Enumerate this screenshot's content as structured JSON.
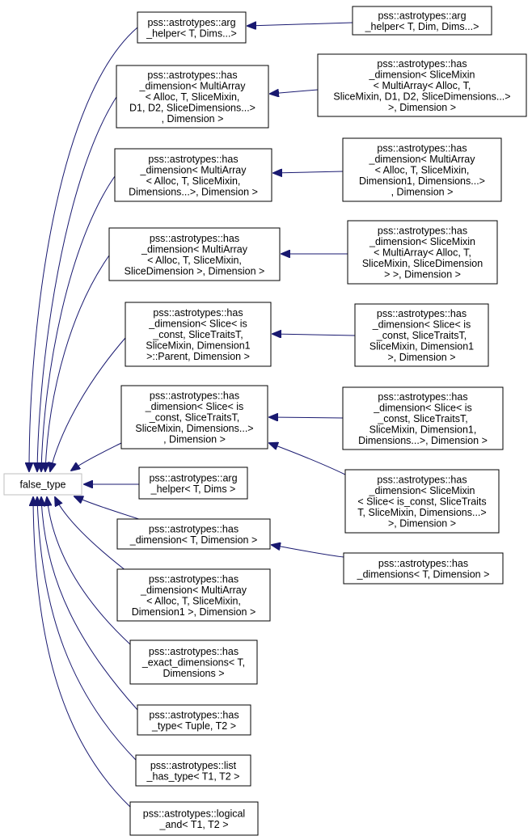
{
  "diagram": {
    "colors": {
      "edge": "#191970",
      "node_border": "#000000",
      "root_border": "#bfbfbf",
      "background": "#ffffff"
    },
    "nodes": [
      {
        "id": "false_type",
        "lines": [
          "false_type"
        ]
      },
      {
        "id": "arg_helper_dims",
        "lines": [
          "pss::astrotypes::arg",
          "_helper< T, Dims...>"
        ]
      },
      {
        "id": "arg_helper_dim_dims",
        "lines": [
          "pss::astrotypes::arg",
          "_helper< T, Dim, Dims...>"
        ]
      },
      {
        "id": "has_dim_ma_d1d2",
        "lines": [
          "pss::astrotypes::has",
          "_dimension< MultiArray",
          "< Alloc, T, SliceMixin,",
          "D1, D2, SliceDimensions...>",
          ", Dimension >"
        ]
      },
      {
        "id": "has_dim_sm_ma_d1d2",
        "lines": [
          "pss::astrotypes::has",
          "_dimension< SliceMixin",
          "< MultiArray< Alloc, T,",
          "SliceMixin, D1, D2, SliceDimensions...>",
          ">, Dimension >"
        ]
      },
      {
        "id": "has_dim_ma_dims",
        "lines": [
          "pss::astrotypes::has",
          "_dimension< MultiArray",
          "< Alloc, T, SliceMixin,",
          "Dimensions...>, Dimension >"
        ]
      },
      {
        "id": "has_dim_ma_d1_dims",
        "lines": [
          "pss::astrotypes::has",
          "_dimension< MultiArray",
          "< Alloc, T, SliceMixin,",
          "Dimension1, Dimensions...>",
          ", Dimension >"
        ]
      },
      {
        "id": "has_dim_ma_slicedim",
        "lines": [
          "pss::astrotypes::has",
          "_dimension< MultiArray",
          "< Alloc, T, SliceMixin,",
          "SliceDimension >, Dimension >"
        ]
      },
      {
        "id": "has_dim_sm_ma_slicedim",
        "lines": [
          "pss::astrotypes::has",
          "_dimension< SliceMixin",
          "< MultiArray< Alloc, T,",
          "SliceMixin, SliceDimension",
          "> >, Dimension >"
        ]
      },
      {
        "id": "has_dim_slice_parent",
        "lines": [
          "pss::astrotypes::has",
          "_dimension< Slice< is",
          "_const, SliceTraitsT,",
          "SliceMixin, Dimension1",
          ">::Parent, Dimension >"
        ]
      },
      {
        "id": "has_dim_slice_d1",
        "lines": [
          "pss::astrotypes::has",
          "_dimension< Slice< is",
          "_const, SliceTraitsT,",
          "SliceMixin, Dimension1",
          ">, Dimension >"
        ]
      },
      {
        "id": "has_dim_slice_dims",
        "lines": [
          "pss::astrotypes::has",
          "_dimension< Slice< is",
          "_const, SliceTraitsT,",
          "SliceMixin, Dimensions...>",
          ", Dimension >"
        ]
      },
      {
        "id": "has_dim_slice_d1_dims",
        "lines": [
          "pss::astrotypes::has",
          "_dimension< Slice< is",
          "_const, SliceTraitsT,",
          "SliceMixin, Dimension1,",
          "Dimensions...>, Dimension >"
        ]
      },
      {
        "id": "has_dim_sm_slice_dims",
        "lines": [
          "pss::astrotypes::has",
          "_dimension< SliceMixin",
          "< Slice< is_const, SliceTraits",
          "T, SliceMixin, Dimensions...>",
          ">, Dimension >"
        ]
      },
      {
        "id": "arg_helper_t_dims",
        "lines": [
          "pss::astrotypes::arg",
          "_helper< T, Dims >"
        ]
      },
      {
        "id": "has_dim_t",
        "lines": [
          "pss::astrotypes::has",
          "_dimension< T, Dimension >"
        ]
      },
      {
        "id": "has_dims_t",
        "lines": [
          "pss::astrotypes::has",
          "_dimensions< T, Dimension >"
        ]
      },
      {
        "id": "has_dim_ma_d1",
        "lines": [
          "pss::astrotypes::has",
          "_dimension< MultiArray",
          "< Alloc, T, SliceMixin,",
          "Dimension1 >, Dimension >"
        ]
      },
      {
        "id": "has_exact_dims",
        "lines": [
          "pss::astrotypes::has",
          "_exact_dimensions< T,",
          "Dimensions >"
        ]
      },
      {
        "id": "has_type",
        "lines": [
          "pss::astrotypes::has",
          "_type< Tuple, T2 >"
        ]
      },
      {
        "id": "list_has_type",
        "lines": [
          "pss::astrotypes::list",
          "_has_type< T1, T2 >"
        ]
      },
      {
        "id": "logical_and",
        "lines": [
          "pss::astrotypes::logical",
          "_and< T1, T2 >"
        ]
      }
    ]
  }
}
